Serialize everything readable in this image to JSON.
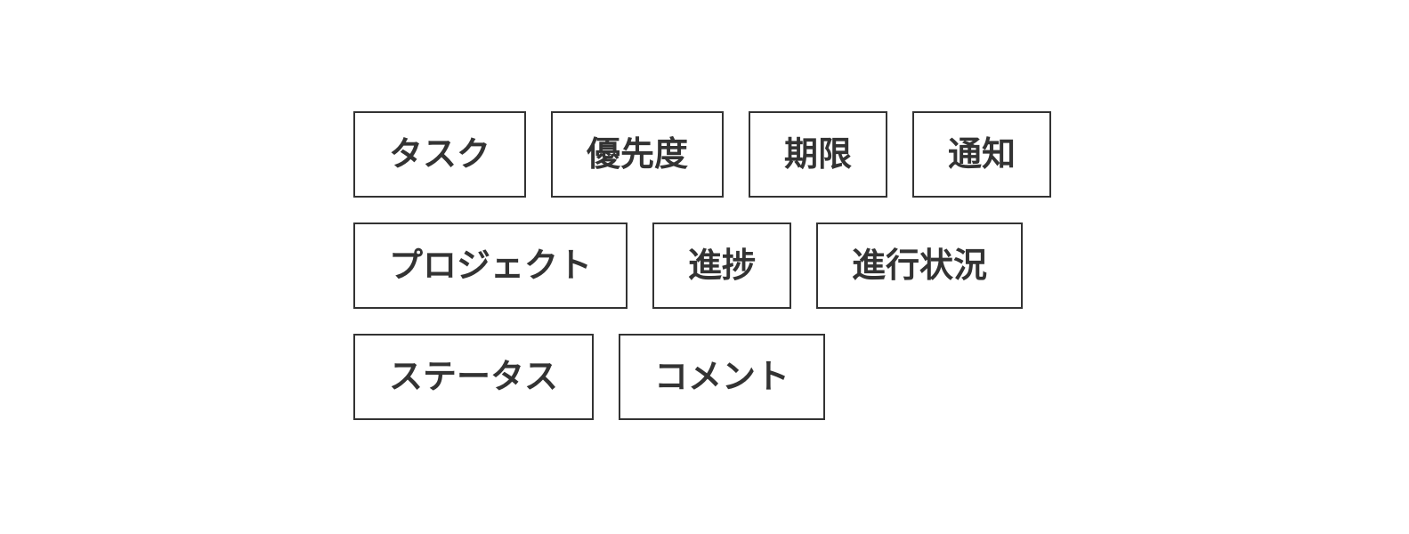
{
  "word_bank": {
    "rows": [
      {
        "labels": [
          "タスク",
          "優先度",
          "期限",
          "通知"
        ]
      },
      {
        "labels": [
          "プロジェクト",
          "進捗",
          "進行状況"
        ]
      },
      {
        "labels": [
          "ステータス",
          "コメント"
        ]
      }
    ]
  },
  "colors": {
    "page_bg": "#ffffff",
    "box_border": "#333333",
    "box_bg": "#ffffff",
    "text": "#333333"
  }
}
